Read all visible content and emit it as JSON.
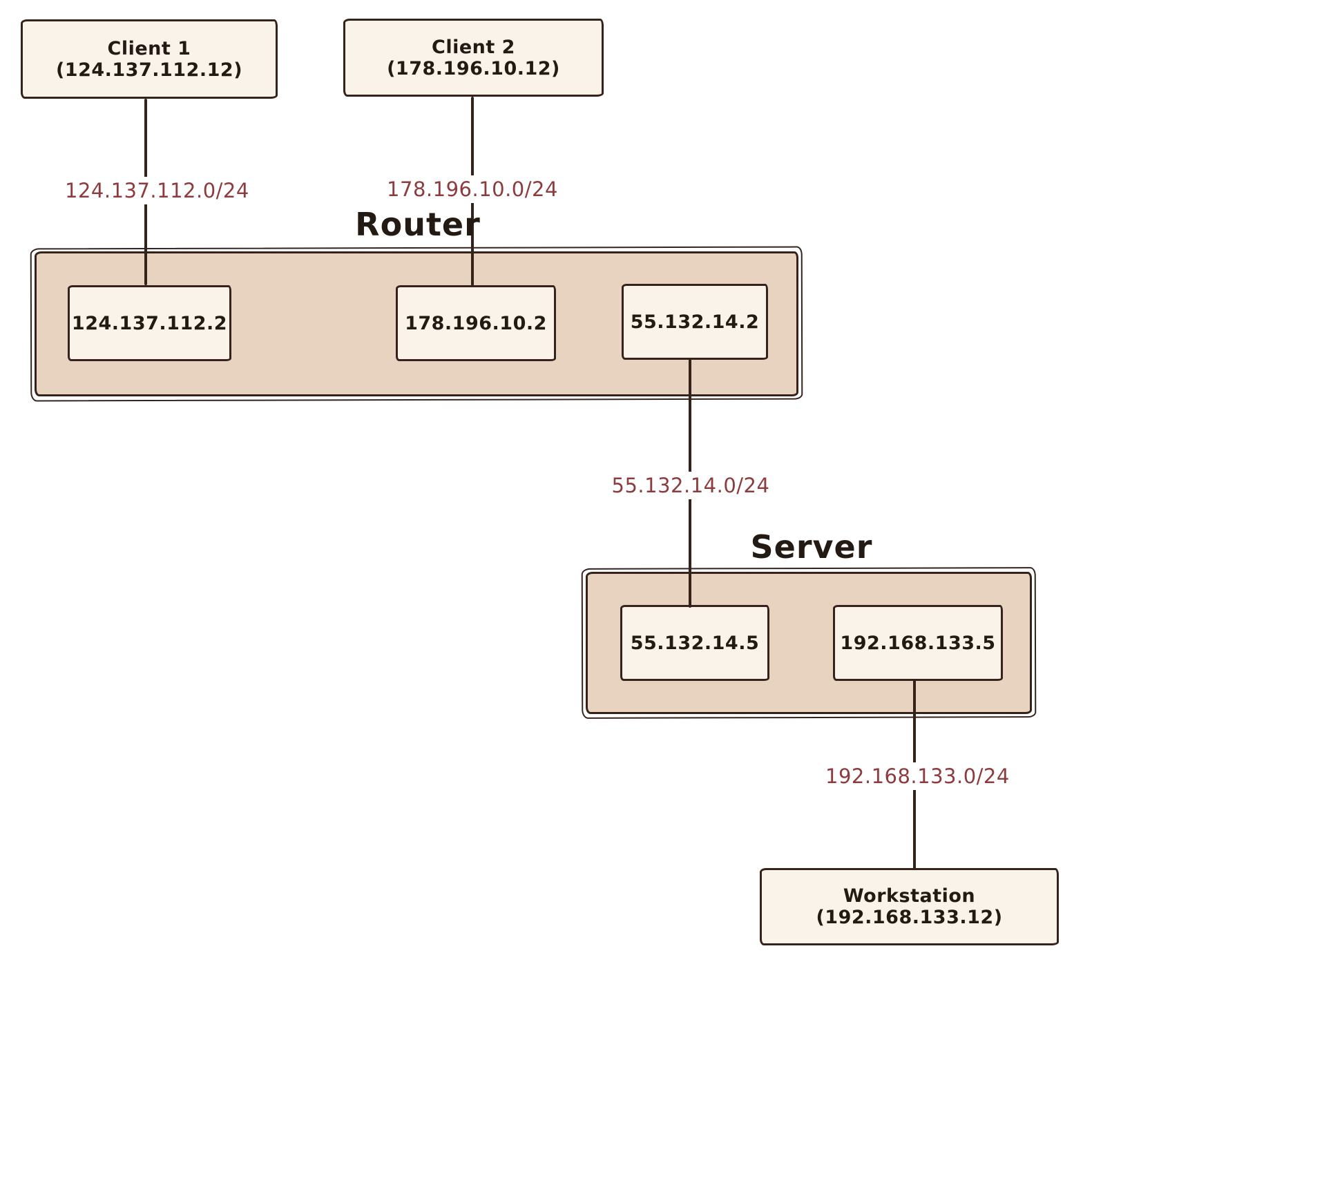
{
  "diagram": {
    "colors": {
      "node_fill": "#f9f3ea",
      "container_fill": "#e7d3bf",
      "stroke": "#35221b",
      "subnet_label": "#8e3b3e"
    },
    "nodes": {
      "client1": {
        "label": "Client 1 (124.137.112.12)"
      },
      "client2": {
        "label": "Client 2 (178.196.10.12)"
      },
      "workstation": {
        "label": "Workstation (192.168.133.12)"
      },
      "router": {
        "title": "Router",
        "interfaces": [
          {
            "ip": "124.137.112.2"
          },
          {
            "ip": "178.196.10.2"
          },
          {
            "ip": "55.132.14.2"
          }
        ]
      },
      "server": {
        "title": "Server",
        "interfaces": [
          {
            "ip": "55.132.14.5"
          },
          {
            "ip": "192.168.133.5"
          }
        ]
      }
    },
    "links": [
      {
        "label": "124.137.112.0/24",
        "from": "Client 1",
        "to": "Router 124.137.112.2"
      },
      {
        "label": "178.196.10.0/24",
        "from": "Client 2",
        "to": "Router 178.196.10.2"
      },
      {
        "label": "55.132.14.0/24",
        "from": "Router 55.132.14.2",
        "to": "Server 55.132.14.5"
      },
      {
        "label": "192.168.133.0/24",
        "from": "Server 192.168.133.5",
        "to": "Workstation"
      }
    ]
  }
}
